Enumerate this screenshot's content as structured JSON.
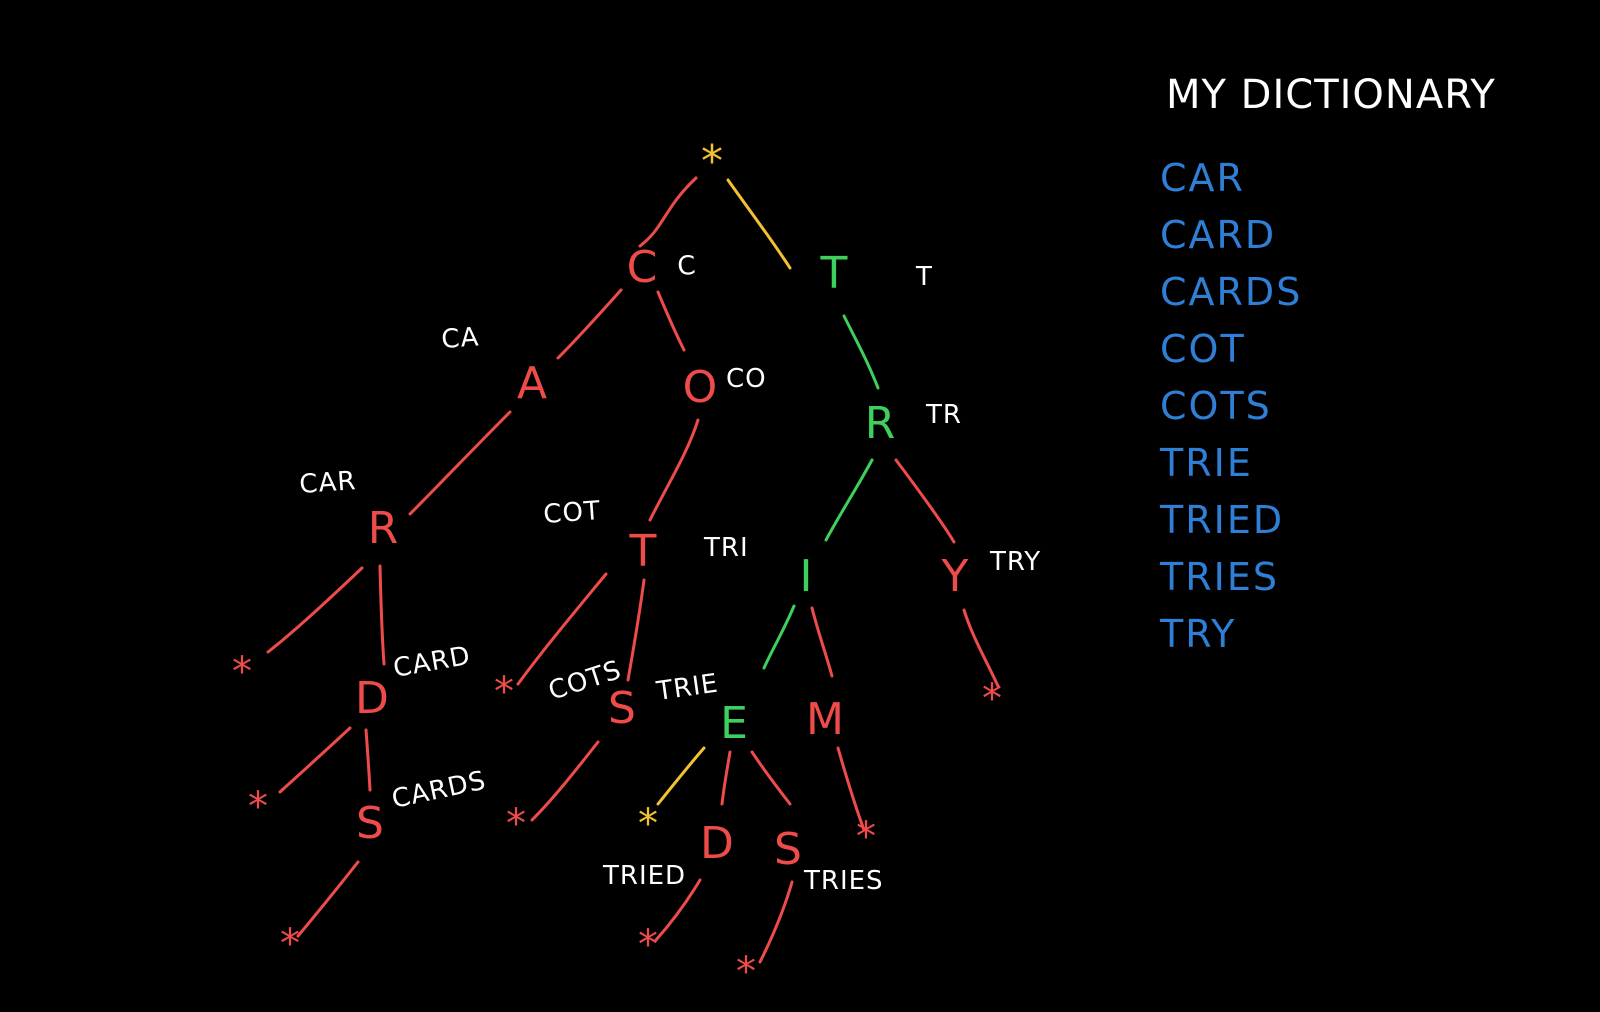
{
  "dictionary": {
    "title": "MY DICTIONARY",
    "words": [
      "CAR",
      "CARD",
      "CARDS",
      "COT",
      "COTS",
      "TRIE",
      "TRIED",
      "TRIES",
      "TRY"
    ]
  },
  "trie": {
    "root": {
      "symbol": "*",
      "color": "#f2c230"
    },
    "nodes": [
      {
        "id": "c",
        "letter": "C",
        "label": "C",
        "color": "#ee4b4b"
      },
      {
        "id": "ca",
        "letter": "A",
        "label": "CA",
        "color": "#ee4b4b"
      },
      {
        "id": "car",
        "letter": "R",
        "label": "CAR",
        "color": "#ee4b4b"
      },
      {
        "id": "card",
        "letter": "D",
        "label": "CARD",
        "color": "#ee4b4b"
      },
      {
        "id": "cards",
        "letter": "S",
        "label": "CARDS",
        "color": "#ee4b4b"
      },
      {
        "id": "co",
        "letter": "O",
        "label": "CO",
        "color": "#ee4b4b"
      },
      {
        "id": "cot",
        "letter": "T",
        "label": "COT",
        "color": "#ee4b4b"
      },
      {
        "id": "cots",
        "letter": "S",
        "label": "COTS",
        "color": "#ee4b4b"
      },
      {
        "id": "t",
        "letter": "T",
        "label": "T",
        "color": "#3ecf5c"
      },
      {
        "id": "tr",
        "letter": "R",
        "label": "TR",
        "color": "#3ecf5c"
      },
      {
        "id": "tri",
        "letter": "I",
        "label": "TRI",
        "color": "#3ecf5c"
      },
      {
        "id": "trie",
        "letter": "E",
        "label": "TRIE",
        "color": "#3ecf5c"
      },
      {
        "id": "tried",
        "letter": "D",
        "label": "TRIED",
        "color": "#ee4b4b"
      },
      {
        "id": "tries",
        "letter": "S",
        "label": "TRIES",
        "color": "#ee4b4b"
      },
      {
        "id": "trim",
        "letter": "M",
        "label": "",
        "color": "#ee4b4b"
      },
      {
        "id": "try",
        "letter": "Y",
        "label": "TRY",
        "color": "#ee4b4b"
      }
    ],
    "end_marker": "*",
    "colors": {
      "red": "#ee4b4b",
      "green": "#3ecf5c",
      "yellow": "#f2c230",
      "label": "#ffffff",
      "dictionary": "#2f7fd6"
    }
  }
}
